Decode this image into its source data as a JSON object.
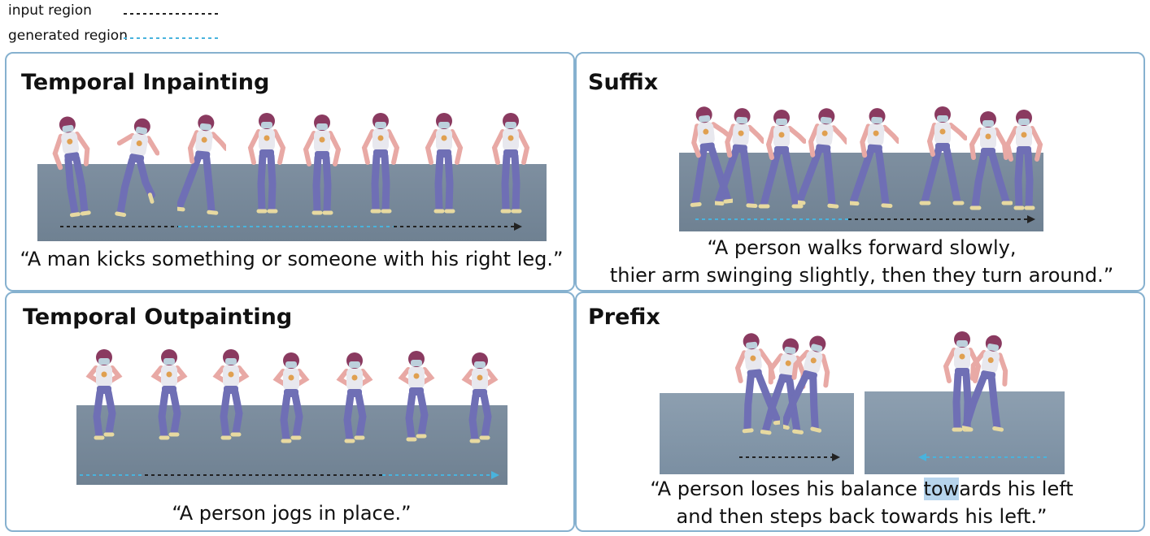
{
  "legend": {
    "input_label": "input region",
    "generated_label": "generated region",
    "input_color": "#222222",
    "generated_color": "#49b3dd"
  },
  "panels": {
    "inpainting": {
      "title": "Temporal Inpainting",
      "caption_line1": "“A man kicks something or someone with his right leg.”"
    },
    "suffix": {
      "title": "Suffix",
      "caption_line1": "“A person walks forward slowly,",
      "caption_line2": "thier arm swinging slightly, then they turn around.”"
    },
    "outpainting": {
      "title": "Temporal Outpainting",
      "caption_line1": "“A person jogs in place.”"
    },
    "prefix": {
      "title": "Prefix",
      "caption_line1_a": "“A person loses his balance ",
      "caption_line1_hl": "tow",
      "caption_line1_b": "ards his left",
      "caption_line2": "and then steps back towards his left.”"
    }
  },
  "colors": {
    "panel_border": "#86b1cf",
    "helmet": "#8a3a60",
    "pants": "#6f6fb5",
    "skin": "#e8a9a5",
    "shirt": "#e8e8ee",
    "stage": "#76889a",
    "highlight": "#b6d4ec"
  }
}
